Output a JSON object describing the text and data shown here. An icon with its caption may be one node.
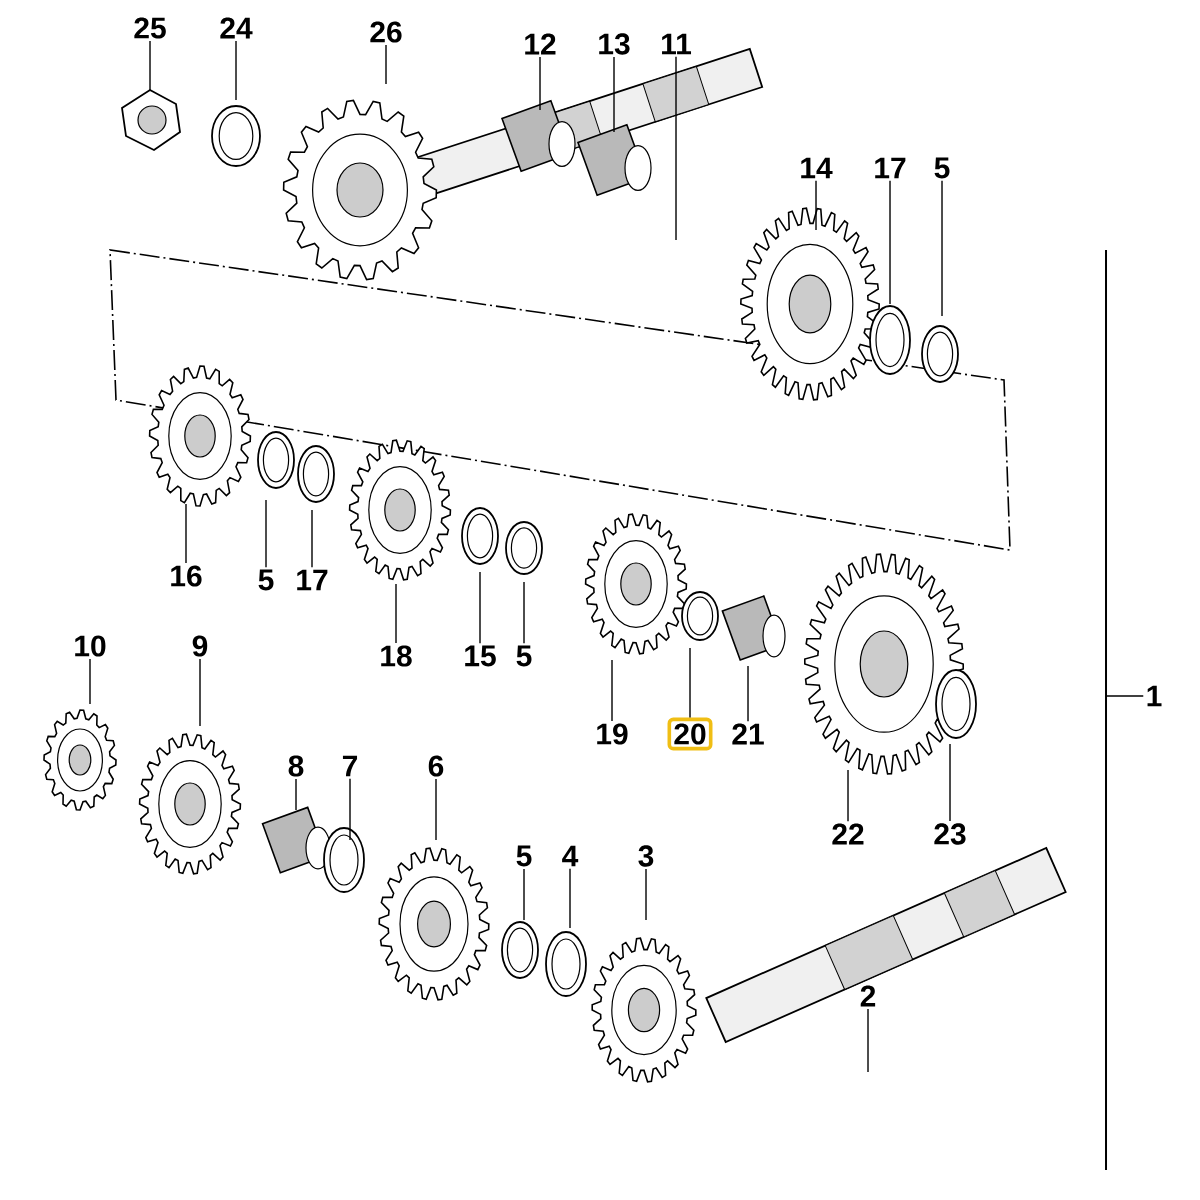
{
  "diagram": {
    "nodes": [
      {
        "text": [
          "25"
        ]
      },
      {
        "text": [
          "24"
        ]
      },
      {
        "text": [
          "26"
        ]
      },
      {
        "text": [
          "12"
        ]
      },
      {
        "text": [
          "13"
        ]
      },
      {
        "text": [
          "11"
        ]
      },
      {
        "text": [
          "14"
        ]
      },
      {
        "text": [
          "17"
        ]
      },
      {
        "text": [
          "5"
        ]
      },
      {
        "text": [
          "16"
        ]
      },
      {
        "text": [
          "5"
        ]
      },
      {
        "text": [
          "17"
        ]
      },
      {
        "text": [
          "18"
        ]
      },
      {
        "text": [
          "15"
        ]
      },
      {
        "text": [
          "5"
        ]
      },
      {
        "text": [
          "10"
        ]
      },
      {
        "text": [
          "9"
        ]
      },
      {
        "text": [
          "19"
        ]
      },
      {
        "text": [
          "20"
        ]
      },
      {
        "text": [
          "21"
        ]
      },
      {
        "text": [
          "1"
        ]
      },
      {
        "text": [
          "22"
        ]
      },
      {
        "text": [
          "23"
        ]
      },
      {
        "text": [
          "8"
        ]
      },
      {
        "text": [
          "7"
        ]
      },
      {
        "text": [
          "6"
        ]
      },
      {
        "text": [
          "5"
        ]
      },
      {
        "text": [
          "4"
        ]
      },
      {
        "text": [
          "3"
        ]
      },
      {
        "text": [
          "2"
        ]
      }
    ],
    "edges": [
      {
        "from": 0,
        "to": null,
        "arrow": "none"
      },
      {
        "from": 1,
        "to": null,
        "arrow": "none"
      },
      {
        "from": 2,
        "to": null,
        "arrow": "none"
      },
      {
        "from": 3,
        "to": null,
        "arrow": "none"
      },
      {
        "from": 4,
        "to": null,
        "arrow": "none"
      },
      {
        "from": 5,
        "to": null,
        "arrow": "none"
      },
      {
        "from": 6,
        "to": null,
        "arrow": "none"
      },
      {
        "from": 7,
        "to": null,
        "arrow": "none"
      },
      {
        "from": 8,
        "to": null,
        "arrow": "none"
      },
      {
        "from": 9,
        "to": null,
        "arrow": "none"
      },
      {
        "from": 10,
        "to": null,
        "arrow": "none"
      },
      {
        "from": 11,
        "to": null,
        "arrow": "none"
      },
      {
        "from": 12,
        "to": null,
        "arrow": "none"
      },
      {
        "from": 13,
        "to": null,
        "arrow": "none"
      },
      {
        "from": 14,
        "to": null,
        "arrow": "none"
      },
      {
        "from": 15,
        "to": null,
        "arrow": "none"
      },
      {
        "from": 16,
        "to": null,
        "arrow": "none"
      },
      {
        "from": 17,
        "to": null,
        "arrow": "none"
      },
      {
        "from": 18,
        "to": null,
        "arrow": "none"
      },
      {
        "from": 19,
        "to": null,
        "arrow": "none"
      },
      {
        "from": 20,
        "to": null,
        "arrow": "none"
      },
      {
        "from": 21,
        "to": null,
        "arrow": "none"
      },
      {
        "from": 22,
        "to": null,
        "arrow": "none"
      },
      {
        "from": 23,
        "to": null,
        "arrow": "none"
      },
      {
        "from": 24,
        "to": null,
        "arrow": "none"
      },
      {
        "from": 25,
        "to": null,
        "arrow": "none"
      },
      {
        "from": 26,
        "to": null,
        "arrow": "none"
      },
      {
        "from": 27,
        "to": null,
        "arrow": "none"
      },
      {
        "from": 28,
        "to": null,
        "arrow": "none"
      },
      {
        "from": 29,
        "to": null,
        "arrow": "none"
      }
    ]
  }
}
